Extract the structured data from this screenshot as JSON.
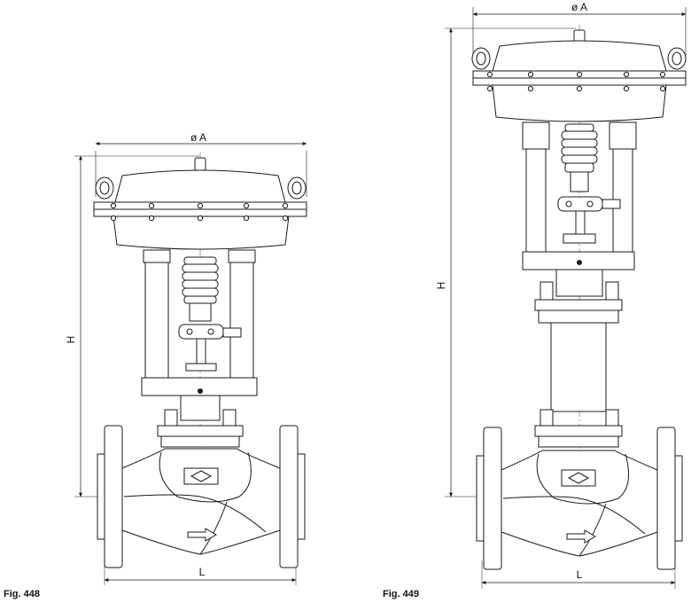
{
  "figures": [
    {
      "caption": "Fig. 448",
      "dim_diameter": "ø A",
      "dim_height": "H",
      "dim_length": "L"
    },
    {
      "caption": "Fig. 449",
      "dim_diameter": "ø A",
      "dim_height": "H",
      "dim_length": "L"
    }
  ],
  "colors": {
    "line": "#1a1a1a",
    "fill": "#ffffff",
    "shade": "#eeeeee"
  }
}
